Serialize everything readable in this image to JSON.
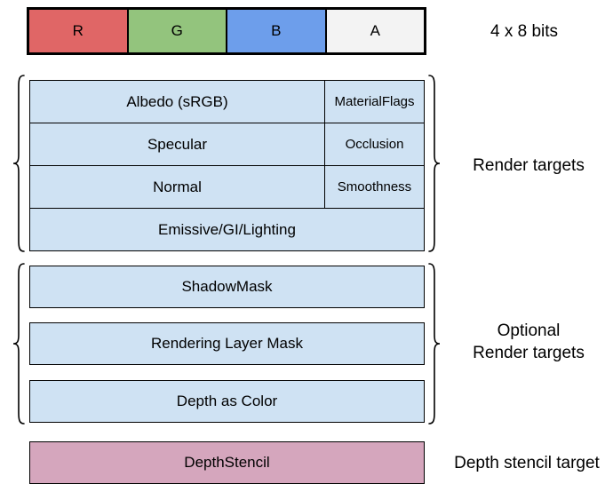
{
  "colors": {
    "red": "#E06666",
    "green": "#93C47D",
    "blue": "#6D9EEB",
    "alpha_gray": "#F3F3F3",
    "light_blue": "#CFE2F3",
    "pink": "#D5A6BD",
    "border": "#000000"
  },
  "channel_bar": {
    "cells": [
      {
        "label": "R",
        "color": "#E06666"
      },
      {
        "label": "G",
        "color": "#93C47D"
      },
      {
        "label": "B",
        "color": "#6D9EEB"
      },
      {
        "label": "A",
        "color": "#F3F3F3"
      }
    ],
    "caption": "4 x 8 bits"
  },
  "render_targets": {
    "label": "Render targets",
    "rows": [
      {
        "main": "Albedo (sRGB)",
        "alpha": "MaterialFlags"
      },
      {
        "main": "Specular",
        "alpha": "Occlusion"
      },
      {
        "main": "Normal",
        "alpha": "Smoothness"
      },
      {
        "main": "Emissive/GI/Lighting",
        "alpha": null
      }
    ]
  },
  "optional_render_targets": {
    "label_line1": "Optional",
    "label_line2": "Render targets",
    "rows": [
      "ShadowMask",
      "Rendering Layer Mask",
      "Depth as Color"
    ]
  },
  "depth_stencil": {
    "row": "DepthStencil",
    "label": "Depth stencil target"
  }
}
